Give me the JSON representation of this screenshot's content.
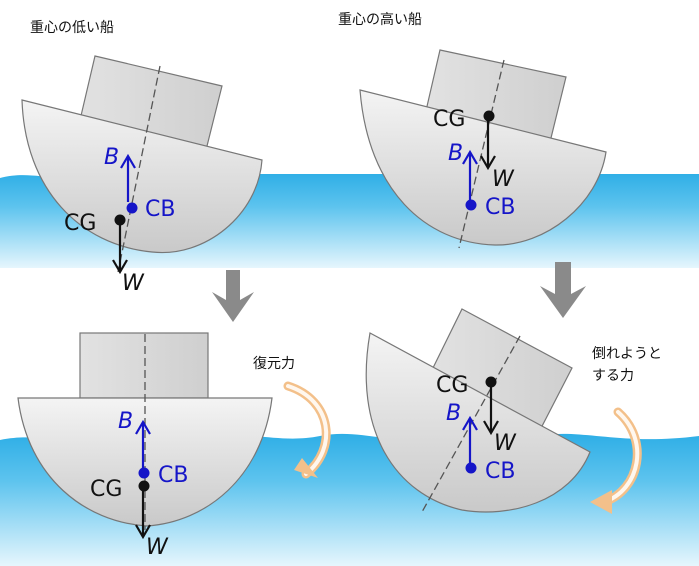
{
  "panels": {
    "low": {
      "title": "重心の低い船"
    },
    "high": {
      "title": "重心の高い船"
    }
  },
  "labels": {
    "buoyancy": "B",
    "weight": "W",
    "center_of_gravity": "CG",
    "center_of_buoyancy": "CB"
  },
  "notes": {
    "restoring": "復元力",
    "capsizing_line1": "倒れようと",
    "capsizing_line2": "する力"
  },
  "colors": {
    "water_top": "#3fb5e6",
    "water_mid": "#7dd0f2",
    "hull_light": "#f2f2f2",
    "hull_dark": "#c8c8c8",
    "buoyancy_blue": "#1515c8",
    "step_arrow": "#8a8a8a",
    "rotation_arrow": "#f0b470"
  },
  "icons": {
    "step_arrow": "down-arrow-icon",
    "rotation": "curved-rotation-arrow-icon"
  }
}
